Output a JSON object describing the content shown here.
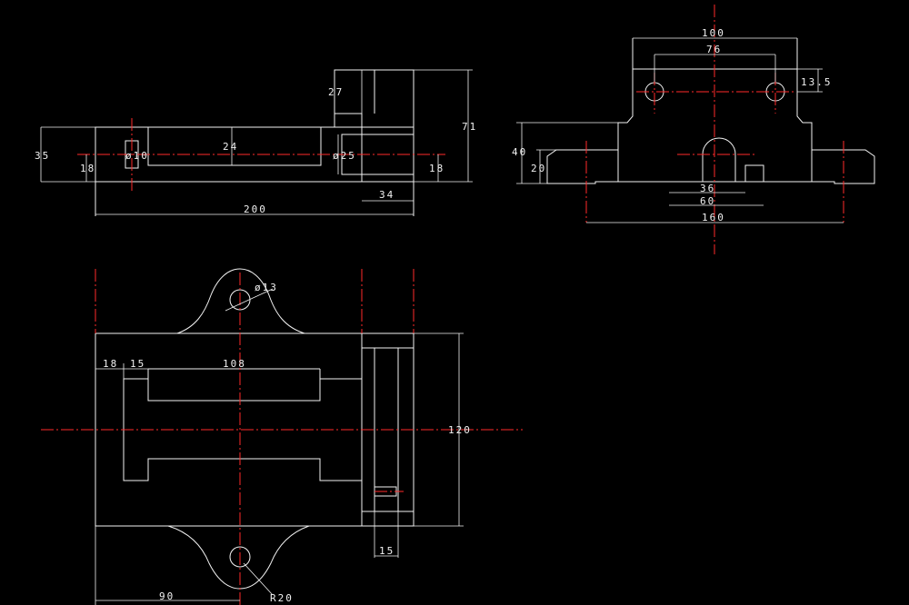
{
  "colors": {
    "background": "#000000",
    "outline": "#f2f2f2",
    "centerline": "#ff2a2a"
  },
  "front_view": {
    "dim_35": "35",
    "dim_18_left": "18",
    "dim_dia10": "ø10",
    "dim_24": "24",
    "dim_dia25": "ø25",
    "dim_27": "27",
    "dim_71": "71",
    "dim_18_right": "18",
    "dim_34": "34",
    "dim_200": "200"
  },
  "side_view": {
    "dim_100": "100",
    "dim_76": "76",
    "dim_13_5": "13.5",
    "dim_40": "40",
    "dim_20": "20",
    "dim_36": "36",
    "dim_60": "60",
    "dim_160": "160"
  },
  "top_view": {
    "dim_dia13": "ø13",
    "dim_18": "18",
    "dim_15_top": "15",
    "dim_108": "108",
    "dim_120": "120",
    "dim_15_bottom": "15",
    "dim_90": "90",
    "dim_r20": "R20"
  }
}
